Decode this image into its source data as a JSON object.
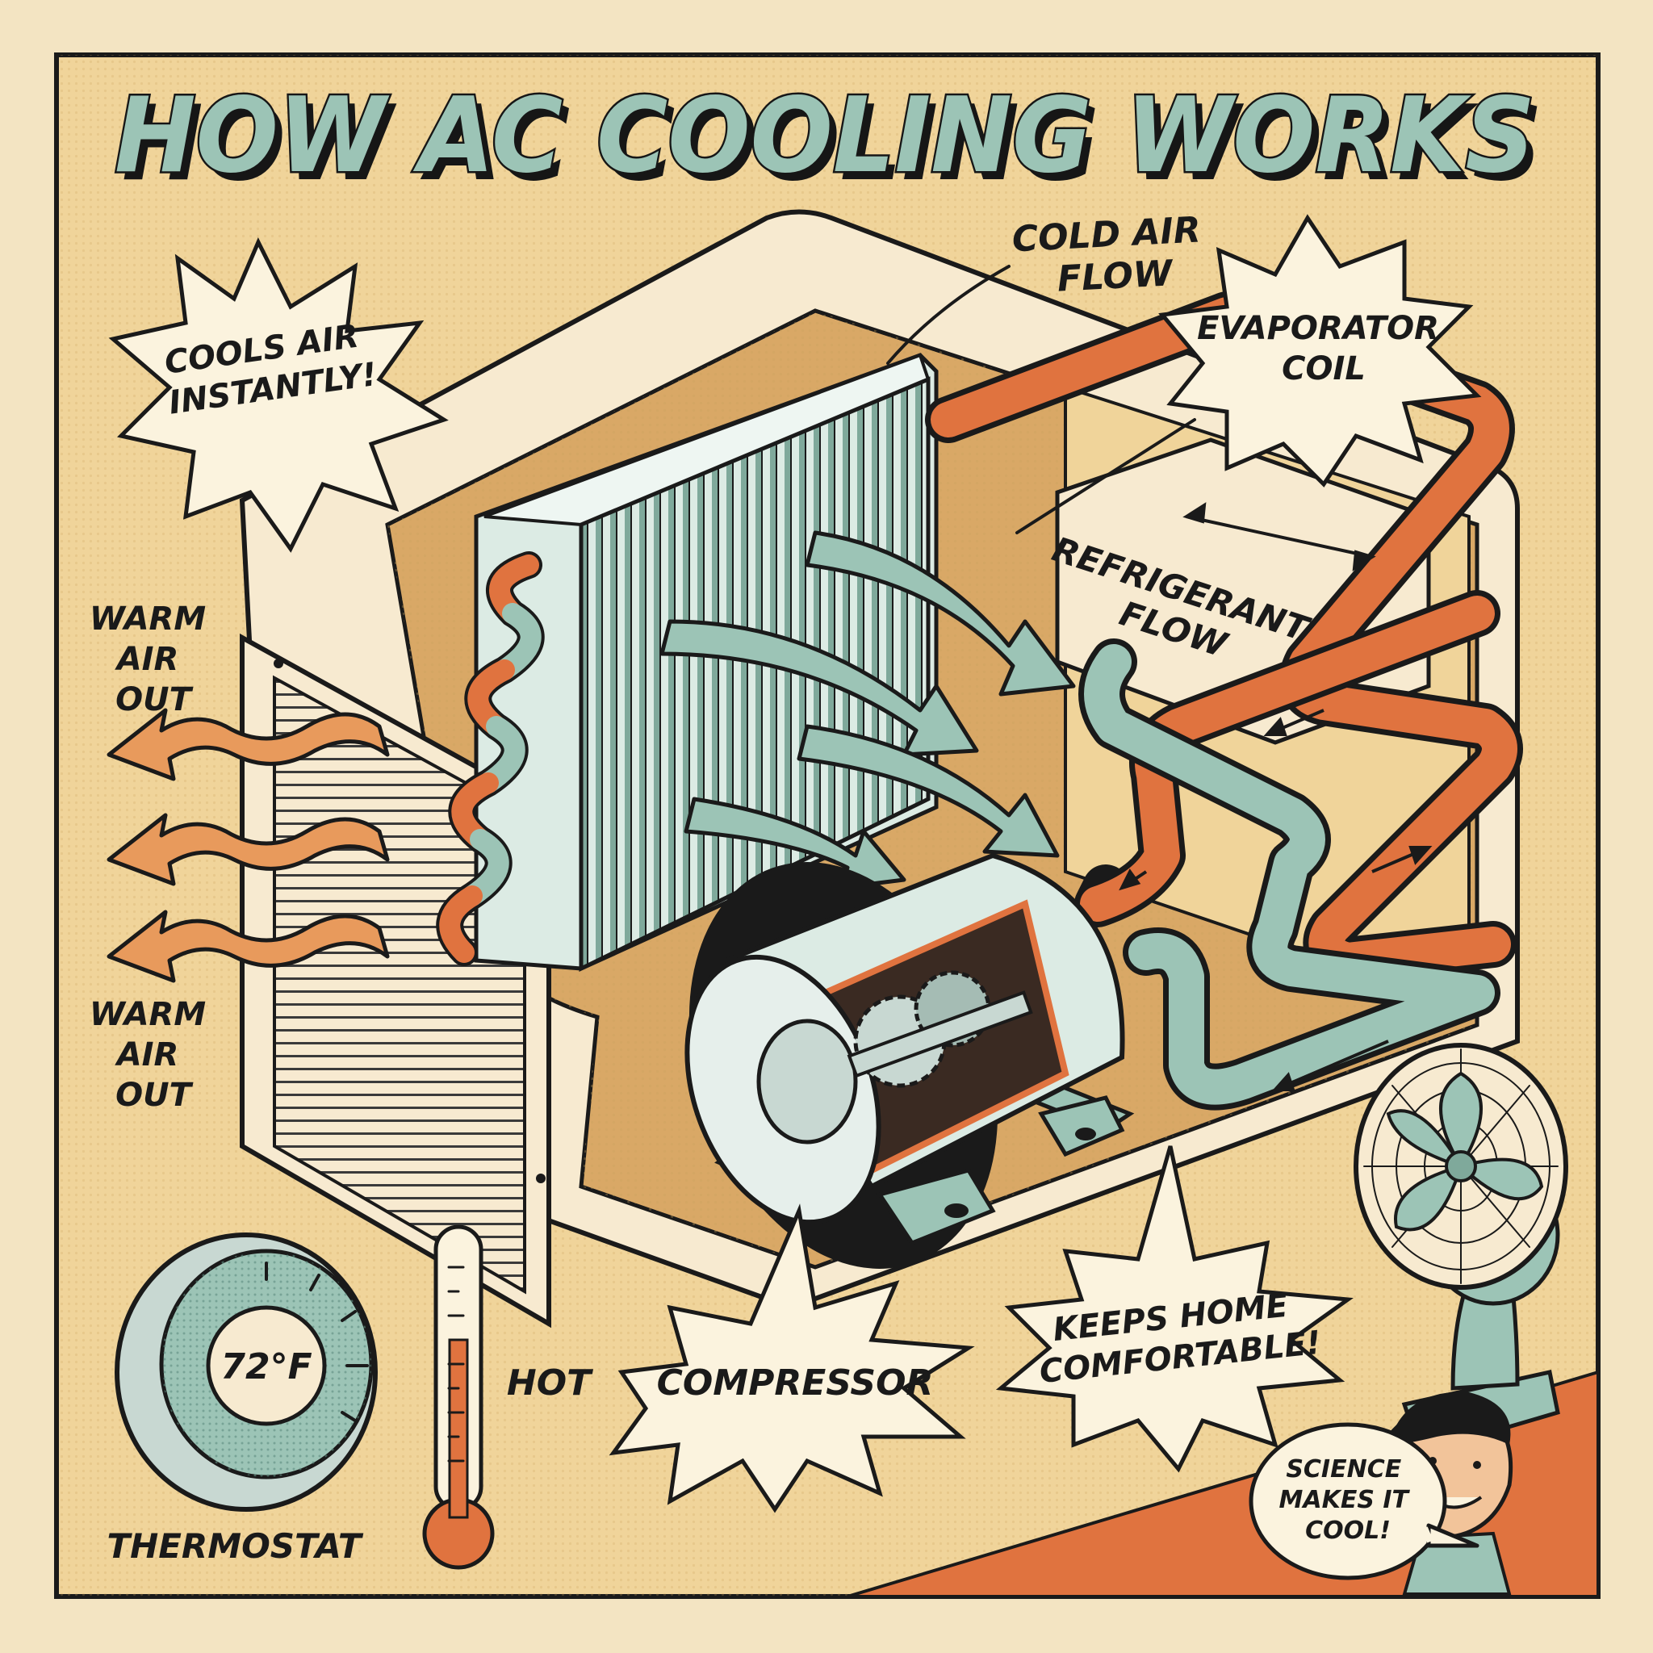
{
  "title": "HOW AC COOLING WORKS",
  "callouts": {
    "cools_air": [
      "COOLS AIR",
      "INSTANTLY!"
    ],
    "cold_air_flow": [
      "COLD AIR",
      "FLOW"
    ],
    "evaporator_coil": [
      "EVAPORATOR",
      "COIL"
    ],
    "refrigerant_flow": [
      "REFRIGERANT",
      "FLOW"
    ],
    "warm_air_out_top": [
      "WARM",
      "AIR",
      "OUT"
    ],
    "warm_air_out_bottom": [
      "WARM",
      "AIR",
      "OUT"
    ],
    "compressor": "COMPRESSOR",
    "keeps_home": [
      "KEEPS HOME",
      "COMFORTABLE!"
    ],
    "hot": "HOT",
    "thermostat": "THERMOSTAT",
    "thermostat_reading": "72°F",
    "mascot_speech": [
      "SCIENCE",
      "MAKES IT",
      "COOL!"
    ]
  },
  "colors": {
    "paper": "#f3e4c2",
    "panel": "#f0d49a",
    "teal": "#9cc4b6",
    "orange": "#e0733f",
    "cream": "#fbf3de",
    "ink": "#1a1a1a"
  }
}
